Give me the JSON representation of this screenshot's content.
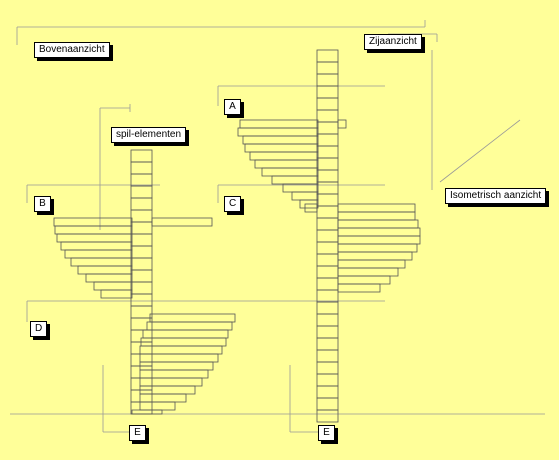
{
  "labels": {
    "bovenaanzicht": "Bovenaanzicht",
    "zijaanzicht": "Zijaanzicht",
    "isometrisch": "Isometrisch aanzicht",
    "spil": "spil-elementen",
    "a": "A",
    "b": "B",
    "c": "C",
    "d": "D",
    "e_left": "E",
    "e_right": "E"
  },
  "colors": {
    "background": "#ffff99",
    "line": "#555555",
    "guide": "#999999"
  }
}
